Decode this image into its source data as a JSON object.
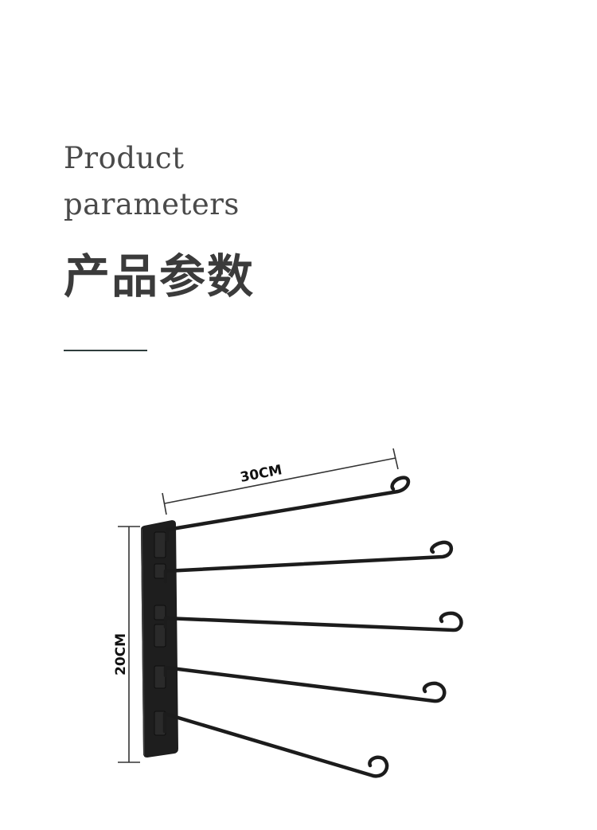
{
  "heading": {
    "en_line1": "Product",
    "en_line2": "parameters",
    "cn": "产品参数"
  },
  "dimensions": {
    "width_label": "30CM",
    "height_label": "20CM"
  },
  "colors": {
    "heading_text": "#4a4a4a",
    "divider": "#2f3d3c",
    "rack": "#1c1c1c"
  }
}
